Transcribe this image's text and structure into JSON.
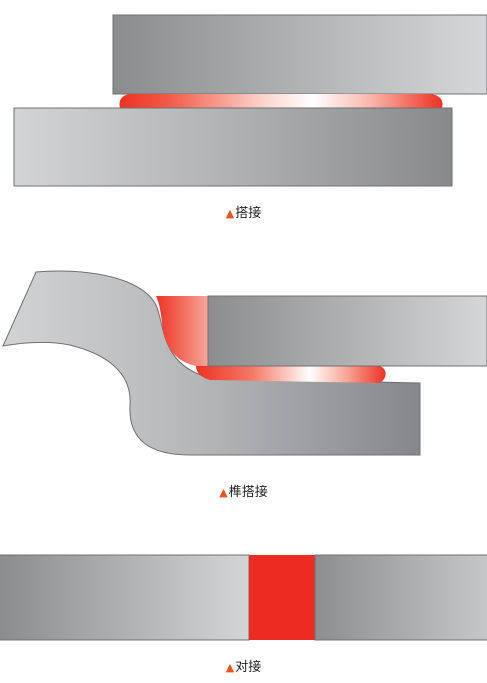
{
  "colors": {
    "metal_dark": "#8a8b8d",
    "metal_light": "#d4d5d7",
    "metal_edge": "#6f7073",
    "weld_red": "#ee3224",
    "weld_hot": "#ffffff",
    "marker": "#e8541e"
  },
  "marker_icon": "triangle-up-icon",
  "captions": {
    "lap_joint": "搭接",
    "joggled_lap_joint": "榫搭接",
    "butt_joint": "对接"
  }
}
